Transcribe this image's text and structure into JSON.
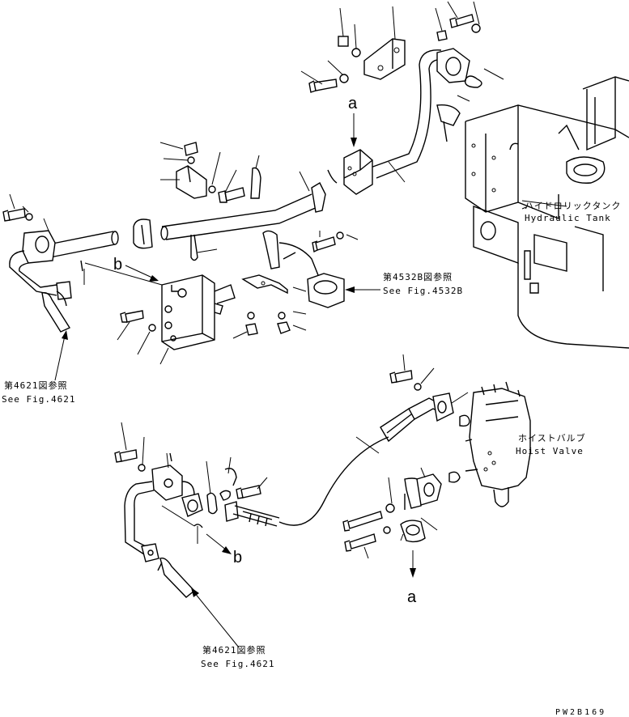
{
  "labels": {
    "callout_a_top": "a",
    "callout_a_bottom": "a",
    "callout_b_left": "b",
    "callout_b_bottom": "b",
    "tank_jp": "ハイドロリックタンク",
    "tank_en": "Hydraulic Tank",
    "hoist_jp": "ホイストバルブ",
    "hoist_en": "Hoist Valve",
    "ref_4532b_jp": "第4532B図参照",
    "ref_4532b_en": "See Fig.4532B",
    "ref_4621_a_jp": "第4621図参照",
    "ref_4621_a_en": "See Fig.4621",
    "ref_4621_b_jp": "第4621図参照",
    "ref_4621_b_en": "See Fig.4621",
    "drawing_code": "PW2B169"
  }
}
